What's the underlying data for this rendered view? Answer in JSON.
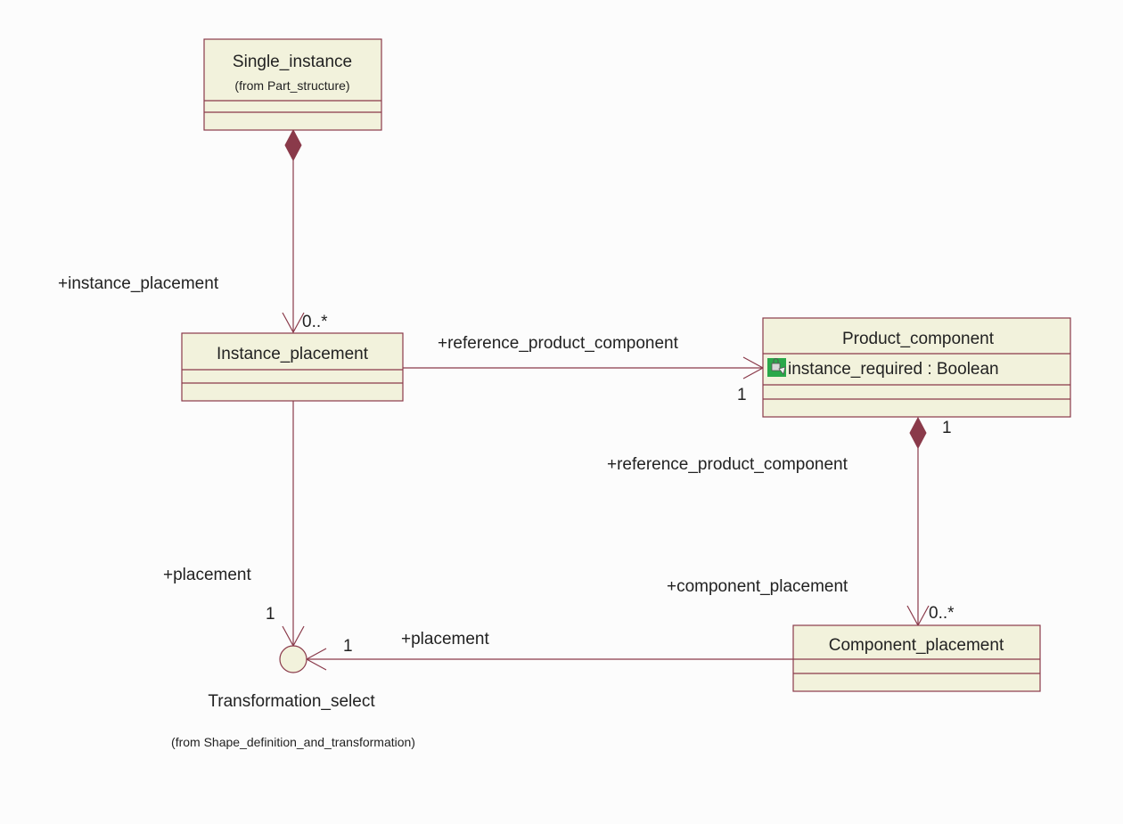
{
  "classes": {
    "single_instance": {
      "name": "Single_instance",
      "package": "(from Part_structure)"
    },
    "instance_placement": {
      "name": "Instance_placement"
    },
    "product_component": {
      "name": "Product_component",
      "attribute": "instance_required : Boolean"
    },
    "component_placement": {
      "name": "Component_placement"
    }
  },
  "interface": {
    "name": "Transformation_select",
    "package": "(from Shape_definition_and_transformation)"
  },
  "associations": {
    "single_to_instance": {
      "role": "+instance_placement",
      "multiplicity": "0..*"
    },
    "instance_to_product": {
      "role": "+reference_product_component",
      "multiplicity": "1"
    },
    "instance_to_transformation": {
      "role": "+placement",
      "multiplicity": "1"
    },
    "product_to_component": {
      "source_multiplicity": "1",
      "source_role": "+reference_product_component",
      "target_role": "+component_placement",
      "target_multiplicity": "0..*"
    },
    "component_to_transformation": {
      "role": "+placement",
      "multiplicity": "1"
    }
  },
  "colors": {
    "line": "#8a3a4a",
    "class_fill": "#f2f2dc",
    "attribute_icon": "#2aa84a"
  }
}
